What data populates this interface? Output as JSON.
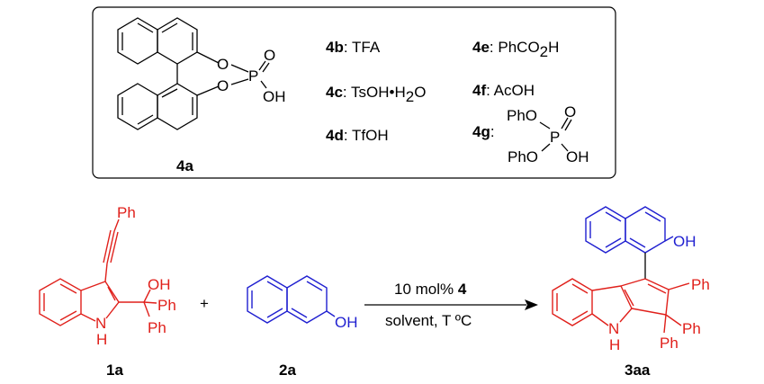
{
  "catalyst_box": {
    "acid_4a": {
      "O1": "O",
      "O2": "O",
      "P": "P",
      "O_double": "O",
      "OH": "OH",
      "label": "4a"
    },
    "entries": [
      {
        "num": "4b",
        "name": ": TFA"
      },
      {
        "num": "4c",
        "name": ": TsOH•H",
        "sub": "2",
        "tail": "O"
      },
      {
        "num": "4d",
        "name": ": TfOH"
      },
      {
        "num": "4e",
        "name": ": PhCO",
        "sub": "2",
        "tail": "H"
      },
      {
        "num": "4f",
        "name": ": AcOH"
      },
      {
        "num": "4g",
        "name": ":"
      }
    ],
    "acid_4g": {
      "PhO_top": "PhO",
      "PhO_bottom": "PhO",
      "P": "P",
      "O": "O",
      "OH": "OH"
    }
  },
  "reaction": {
    "compound_1a": {
      "Ph_alkyne": "Ph",
      "OH": "OH",
      "Ph1": "Ph",
      "Ph2": "Ph",
      "N": "N",
      "H": "H",
      "label": "1a"
    },
    "plus": "+",
    "compound_2a": {
      "OH": "OH",
      "label": "2a"
    },
    "conditions_top_pre": "10 mol% ",
    "conditions_top_bold": "4",
    "conditions_bottom": "solvent, T ºC",
    "product_3aa": {
      "OH": "OH",
      "Ph1": "Ph",
      "Ph2": "Ph",
      "Ph3": "Ph",
      "N": "N",
      "H": "H",
      "label": "3aa"
    }
  }
}
